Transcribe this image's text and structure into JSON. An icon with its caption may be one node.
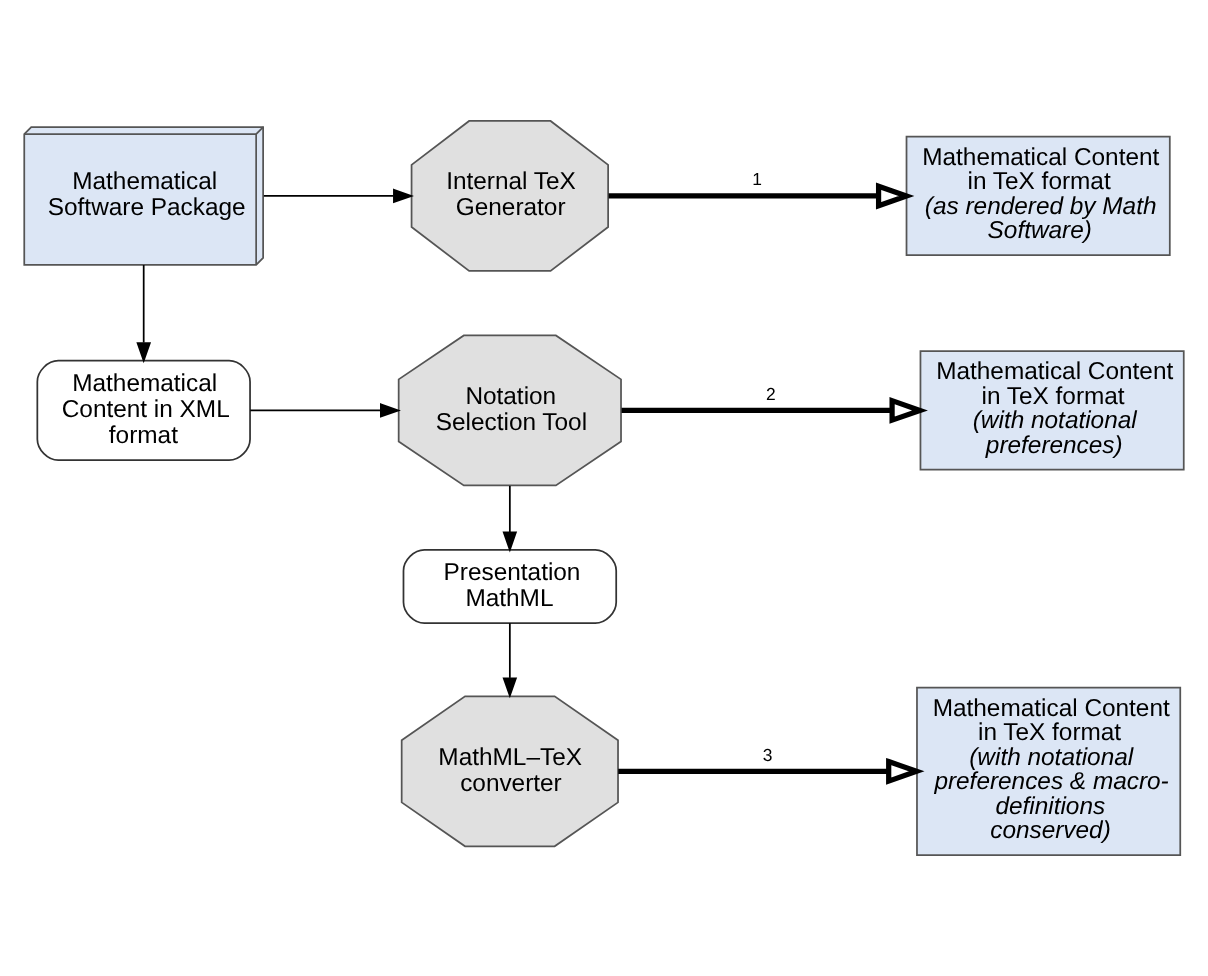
{
  "diagram": {
    "nodes": [
      {
        "text": [
          "Mathematical Software Package"
        ]
      },
      {
        "text": [
          "Internal TeX Generator"
        ]
      },
      {
        "text": [
          "Mathematical Content in TeX format",
          "(as rendered by Math Software)"
        ]
      },
      {
        "text": [
          "Mathematical Content in XML format"
        ]
      },
      {
        "text": [
          "Notation Selection Tool"
        ]
      },
      {
        "text": [
          "Mathematical Content in TeX format",
          "(with notational preferences)"
        ]
      },
      {
        "text": [
          "Presentation MathML"
        ]
      },
      {
        "text": [
          "MathML–TeX converter"
        ]
      },
      {
        "text": [
          "Mathematical Content in TeX format",
          "(with notational preferences & macro-definitions conserved)"
        ]
      }
    ],
    "edges": [
      {
        "from": 0,
        "to": 1,
        "arrow": "to"
      },
      {
        "from": 1,
        "to": 2,
        "arrow": "to",
        "label": "1",
        "style": "thick"
      },
      {
        "from": 0,
        "to": 3,
        "arrow": "to"
      },
      {
        "from": 3,
        "to": 4,
        "arrow": "to"
      },
      {
        "from": 4,
        "to": 5,
        "arrow": "to",
        "label": "2",
        "style": "thick"
      },
      {
        "from": 4,
        "to": 6,
        "arrow": "to"
      },
      {
        "from": 6,
        "to": 7,
        "arrow": "to"
      },
      {
        "from": 7,
        "to": 8,
        "arrow": "to",
        "label": "3",
        "style": "thick"
      }
    ]
  }
}
